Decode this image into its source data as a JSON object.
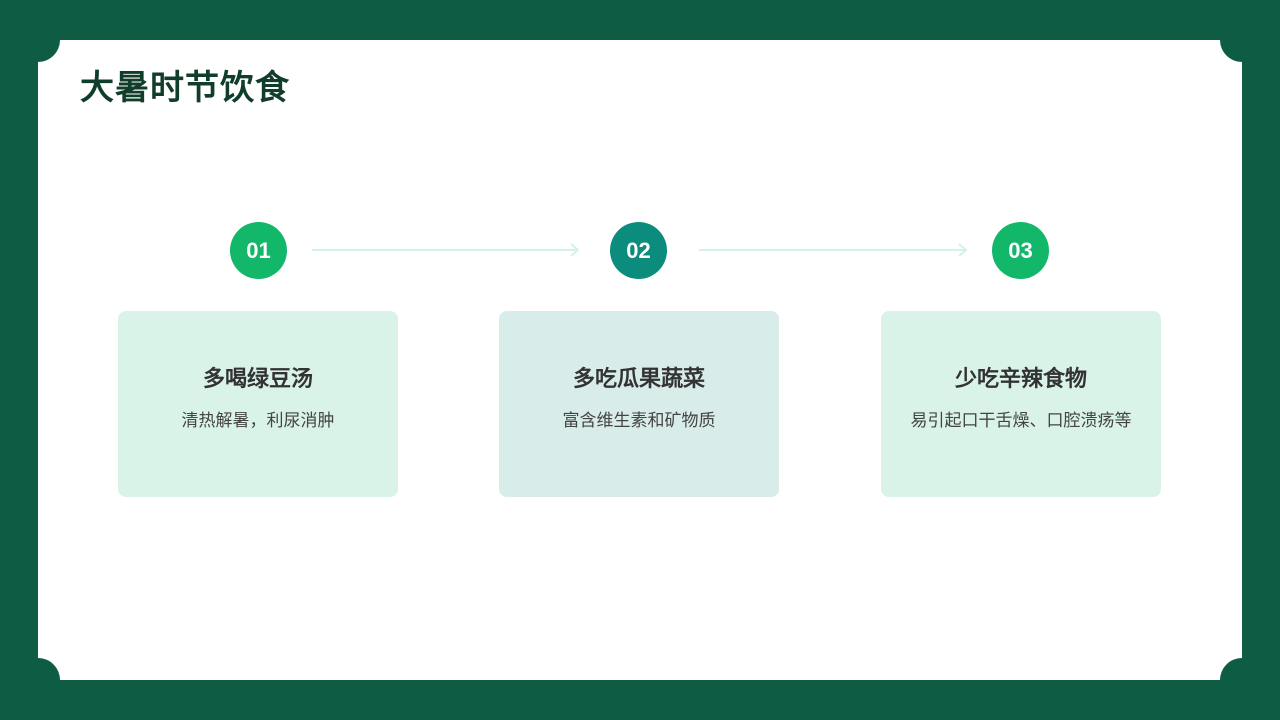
{
  "title": "大暑时节饮食",
  "colors": {
    "frame": "#0e5c44",
    "step_green": "#12b76a",
    "step_teal": "#0c8c7c",
    "card_green": "#d9f3e8",
    "card_teal": "#d8ece9",
    "arrow": "#d5f2e6"
  },
  "steps": [
    {
      "number": "01",
      "title": "多喝绿豆汤",
      "description": "清热解暑，利尿消肿"
    },
    {
      "number": "02",
      "title": "多吃瓜果蔬菜",
      "description": "富含维生素和矿物质"
    },
    {
      "number": "03",
      "title": "少吃辛辣食物",
      "description": "易引起口干舌燥、口腔溃疡等"
    }
  ],
  "connectors": [
    "arrow-right-icon",
    "arrow-right-icon"
  ]
}
